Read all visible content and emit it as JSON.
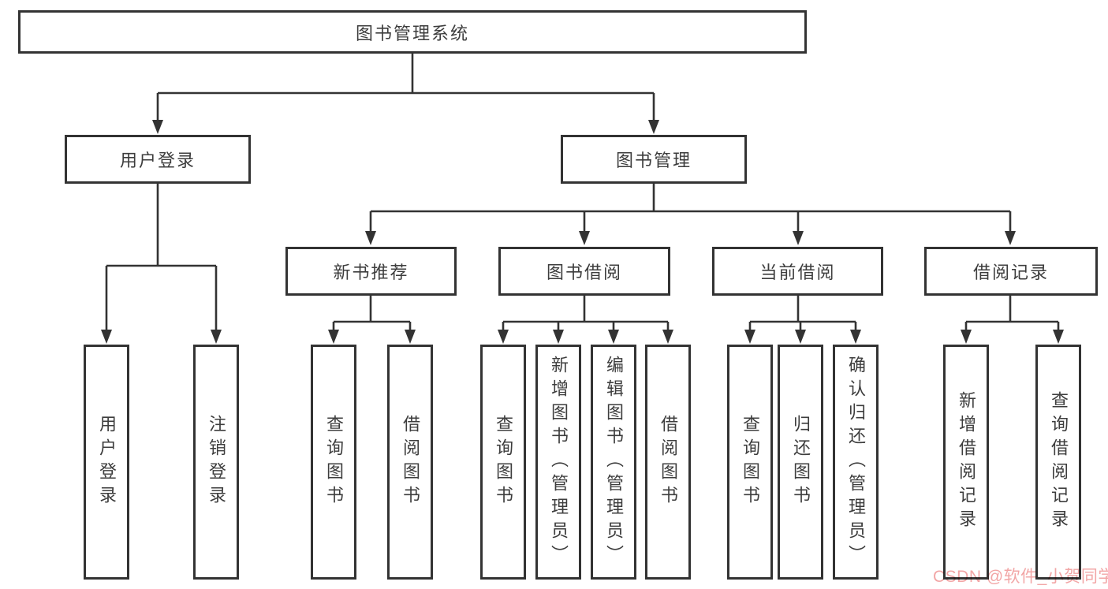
{
  "diagram": {
    "root": {
      "label": "图书管理系统"
    },
    "branches": [
      {
        "label": "用户登录",
        "children": [
          {
            "label": "用户登录"
          },
          {
            "label": "注销登录"
          }
        ]
      },
      {
        "label": "图书管理",
        "children": [
          {
            "label": "新书推荐",
            "children": [
              {
                "label": "查询图书"
              },
              {
                "label": "借阅图书"
              }
            ]
          },
          {
            "label": "图书借阅",
            "children": [
              {
                "label": "查询图书"
              },
              {
                "label": "新增图书（管理员）"
              },
              {
                "label": "编辑图书（管理员）"
              },
              {
                "label": "借阅图书"
              }
            ]
          },
          {
            "label": "当前借阅",
            "children": [
              {
                "label": "查询图书"
              },
              {
                "label": "归还图书"
              },
              {
                "label": "确认归还（管理员）"
              }
            ]
          },
          {
            "label": "借阅记录",
            "children": [
              {
                "label": "新增借阅记录"
              },
              {
                "label": "查询借阅记录"
              }
            ]
          }
        ]
      }
    ]
  },
  "watermark": {
    "text": "CSDN @软件_小贺同学",
    "color": "#f2a6a6"
  },
  "colors": {
    "line": "#333333",
    "text": "#3d3d3d",
    "background": "#ffffff"
  }
}
